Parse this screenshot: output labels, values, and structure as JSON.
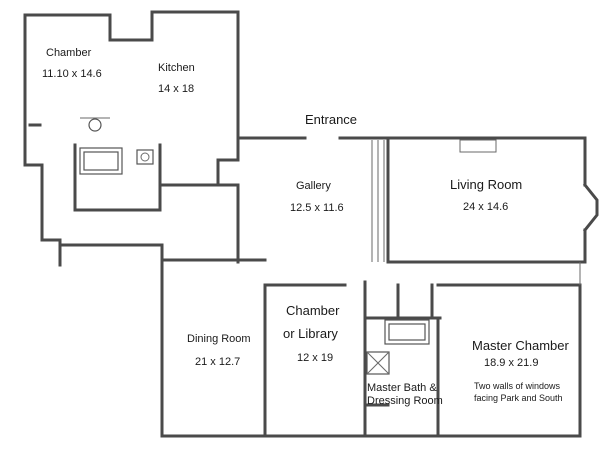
{
  "plan": {
    "entrance": "Entrance",
    "rooms": {
      "chamber_nw": {
        "name": "Chamber",
        "dims": "11.10 x 14.6"
      },
      "kitchen": {
        "name": "Kitchen",
        "dims": "14 x 18"
      },
      "gallery": {
        "name": "Gallery",
        "dims": "12.5 x 11.6"
      },
      "living_room": {
        "name": "Living Room",
        "dims": "24 x 14.6"
      },
      "dining_room": {
        "name": "Dining Room",
        "dims": "21 x 12.7"
      },
      "chamber_library": {
        "name_line1": "Chamber",
        "name_line2": "or Library",
        "dims": "12 x 19"
      },
      "master_bath": {
        "name_line1": "Master Bath &",
        "name_line2": "Dressing Room"
      },
      "master_chamber": {
        "name": "Master Chamber",
        "dims": "18.9 x 21.9",
        "note_line1": "Two walls of windows",
        "note_line2": "facing Park and South"
      }
    }
  }
}
